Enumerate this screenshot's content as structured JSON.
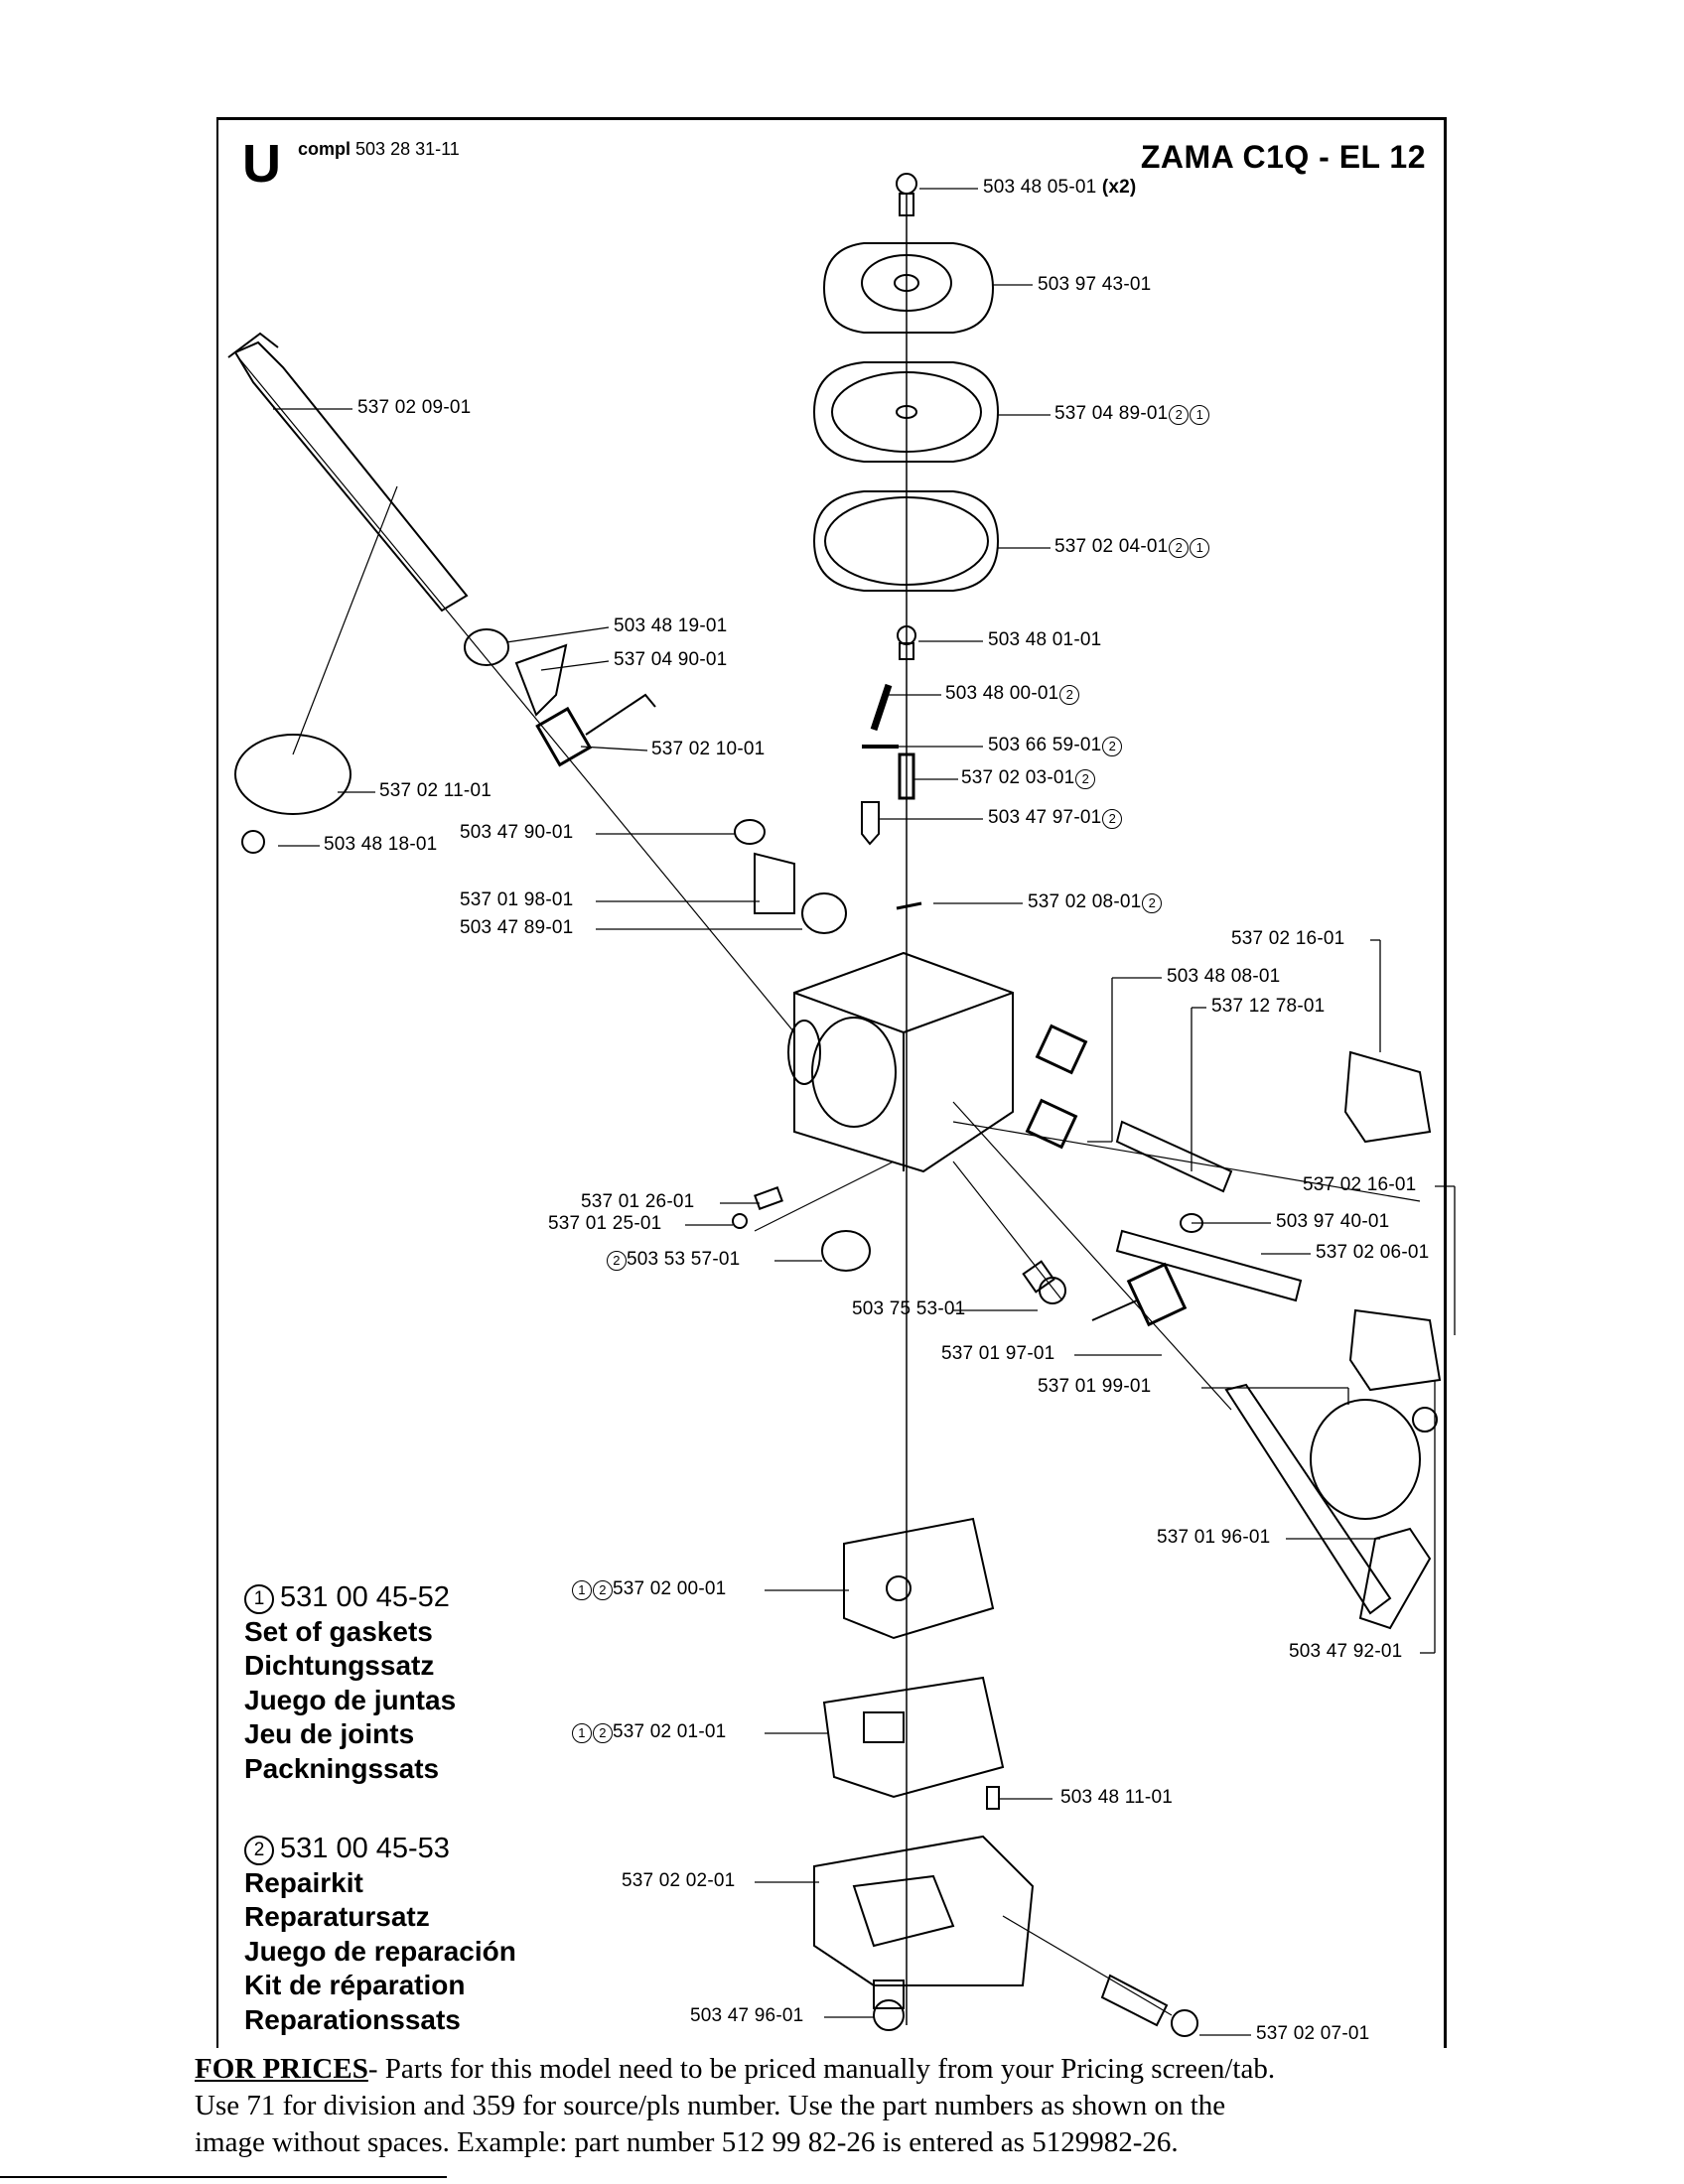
{
  "header": {
    "section_letter": "U",
    "compl_prefix": "compl",
    "compl_number": "503 28 31-11",
    "model": "ZAMA C1Q - EL 12"
  },
  "labels": [
    {
      "id": "p1",
      "text": "503 48 05-01",
      "suffix": "(x2)",
      "kits": []
    },
    {
      "id": "p2",
      "text": "503 97 43-01",
      "kits": []
    },
    {
      "id": "p3",
      "text": "537 02 09-01",
      "kits": []
    },
    {
      "id": "p4",
      "text": "537 04 89-01",
      "kits": [
        "1",
        "2"
      ]
    },
    {
      "id": "p5",
      "text": "537 02 04-01",
      "kits": [
        "1",
        "2"
      ]
    },
    {
      "id": "p6",
      "text": "503 48 19-01",
      "kits": []
    },
    {
      "id": "p7",
      "text": "537 04 90-01",
      "kits": []
    },
    {
      "id": "p8",
      "text": "503 48 01-01",
      "kits": []
    },
    {
      "id": "p9",
      "text": "503 48 00-01",
      "kits": [
        "2"
      ]
    },
    {
      "id": "p10",
      "text": "537 02 10-01",
      "kits": []
    },
    {
      "id": "p11",
      "text": "503 66 59-01",
      "kits": [
        "2"
      ]
    },
    {
      "id": "p12",
      "text": "537 02 03-01",
      "kits": [
        "2"
      ]
    },
    {
      "id": "p13",
      "text": "537 02 11-01",
      "kits": []
    },
    {
      "id": "p14",
      "text": "503 47 97-01",
      "kits": [
        "2"
      ]
    },
    {
      "id": "p15",
      "text": "503 47 90-01",
      "kits": []
    },
    {
      "id": "p16",
      "text": "503 48 18-01",
      "kits": []
    },
    {
      "id": "p17",
      "text": "537 01 98-01",
      "kits": []
    },
    {
      "id": "p18",
      "text": "503 47 89-01",
      "kits": []
    },
    {
      "id": "p19",
      "text": "537 02 08-01",
      "kits": [
        "2"
      ]
    },
    {
      "id": "p20",
      "text": "537 02 16-01",
      "kits": []
    },
    {
      "id": "p21",
      "text": "503 48 08-01",
      "kits": []
    },
    {
      "id": "p22",
      "text": "537 12 78-01",
      "kits": []
    },
    {
      "id": "p23",
      "text": "537 01 26-01",
      "kits": []
    },
    {
      "id": "p24",
      "text": "537 01 25-01",
      "kits": []
    },
    {
      "id": "p25",
      "text": "537 02 16-01",
      "kits": []
    },
    {
      "id": "p26",
      "text": "503 97 40-01",
      "kits": []
    },
    {
      "id": "p27",
      "text": "503 53 57-01",
      "kits": [
        "2"
      ],
      "prefix": true
    },
    {
      "id": "p28",
      "text": "537 02 06-01",
      "kits": []
    },
    {
      "id": "p29",
      "text": "503 75 53-01",
      "kits": []
    },
    {
      "id": "p30",
      "text": "537 01 97-01",
      "kits": []
    },
    {
      "id": "p31",
      "text": "537 01 99-01",
      "kits": []
    },
    {
      "id": "p32",
      "text": "537 01 96-01",
      "kits": []
    },
    {
      "id": "p33",
      "text": "537 02 00-01",
      "kits": [
        "1",
        "2"
      ],
      "prefix": true
    },
    {
      "id": "p34",
      "text": "503 47 92-01",
      "kits": []
    },
    {
      "id": "p35",
      "text": "537 02 01-01",
      "kits": [
        "1",
        "2"
      ],
      "prefix": true
    },
    {
      "id": "p36",
      "text": "503 48 11-01",
      "kits": []
    },
    {
      "id": "p37",
      "text": "537 02 02-01",
      "kits": []
    },
    {
      "id": "p38",
      "text": "503 47 96-01",
      "kits": []
    },
    {
      "id": "p39",
      "text": "537 02 07-01",
      "kits": []
    }
  ],
  "kit1": {
    "marker": "1",
    "number": "531 00 45-52",
    "names": [
      "Set of gaskets",
      "Dichtungssatz",
      "Juego de juntas",
      "Jeu de joints",
      "Packningssats"
    ]
  },
  "kit2": {
    "marker": "2",
    "number": "531 00 45-53",
    "names": [
      "Repairkit",
      "Reparatursatz",
      "Juego de reparación",
      "Kit de réparation",
      "Reparationssats"
    ]
  },
  "footer": {
    "for_prices": "FOR PRICES",
    "line1": "- Parts for this model need to be priced manually from your Pricing screen/tab.",
    "line2": "Use 71 for division and 359 for source/pls number.   Use the part numbers as shown on the",
    "line3": "image without spaces.  Example: part number 512 99 82-26 is entered as 5129982-26."
  }
}
